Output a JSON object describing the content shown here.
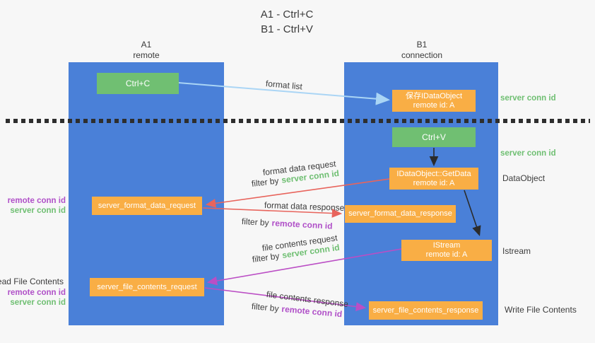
{
  "title": {
    "line1": "A1 - Ctrl+C",
    "line2": "B1 - Ctrl+V"
  },
  "lanes": {
    "a1": {
      "title": "A1",
      "subtitle": "remote"
    },
    "b1": {
      "title": "B1",
      "subtitle": "connection"
    }
  },
  "nodes": {
    "ctrl_c": {
      "label": "Ctrl+C"
    },
    "ctrl_v": {
      "label": "Ctrl+V"
    },
    "save_dataobject": {
      "line1": "保存IDataObject",
      "line2": "remote id: A"
    },
    "getdata": {
      "line1": "IDataObject::GetData",
      "line2": "remote id: A"
    },
    "istream": {
      "line1": "IStream",
      "line2": "remote id: A"
    },
    "server_format_data_request": {
      "label": "server_format_data_request"
    },
    "server_format_data_response": {
      "label": "server_format_data_response"
    },
    "server_file_contents_request": {
      "label": "server_file_contents_request"
    },
    "server_file_contents_response": {
      "label": "server_file_contents_response"
    }
  },
  "edge_labels": {
    "format_list": "format list",
    "format_data_request": "format data request",
    "format_data_response": "format data response",
    "file_contents_request": "file contents request",
    "file_contents_response": "file contents response",
    "filter_by": "filter by",
    "server_conn_id": "server conn id",
    "remote_conn_id": "remote conn id"
  },
  "side_labels": {
    "server_conn_id_top": "server conn id",
    "server_conn_id_mid": "server conn id",
    "dataobject": "DataObject",
    "istream": "Istream",
    "write_file_contents": "Write File Contents",
    "read_file_contents": "Read File Contents",
    "remote_conn_id_pair1": "remote conn id",
    "server_conn_id_pair1": "server conn id",
    "remote_conn_id_pair2": "remote conn id",
    "server_conn_id_pair2": "server conn id"
  },
  "colors": {
    "lane_blue": "#4a80d8",
    "node_green": "#70bf72",
    "node_orange": "#f9ae45",
    "text_green": "#6fbf72",
    "text_purple": "#b050c8",
    "arrow_red": "#e8645c",
    "arrow_purple": "#bb4ec5",
    "arrow_light_blue": "#aad5f5",
    "arrow_black": "#2b2b2b",
    "background": "#f7f7f7"
  }
}
